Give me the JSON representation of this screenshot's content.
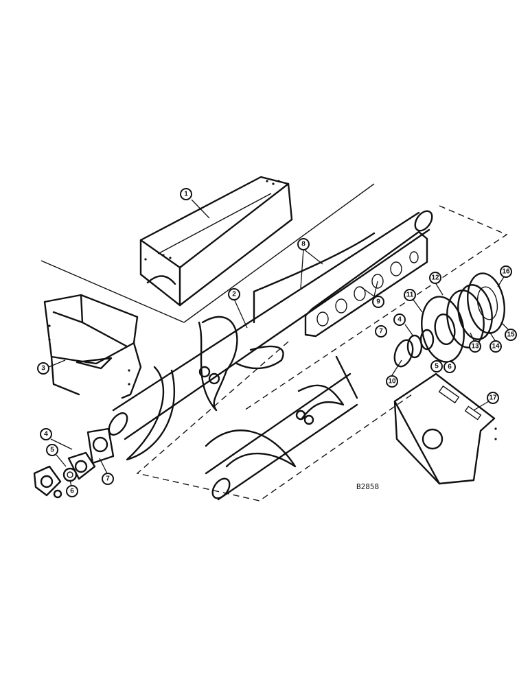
{
  "drawing_number": "B2858",
  "callouts": [
    {
      "id": "c1",
      "label": "1"
    },
    {
      "id": "c2",
      "label": "2"
    },
    {
      "id": "c3",
      "label": "3"
    },
    {
      "id": "c4a",
      "label": "4"
    },
    {
      "id": "c4b",
      "label": "4"
    },
    {
      "id": "c5a",
      "label": "5"
    },
    {
      "id": "c5b",
      "label": "5"
    },
    {
      "id": "c6a",
      "label": "6"
    },
    {
      "id": "c6b",
      "label": "6"
    },
    {
      "id": "c7a",
      "label": "7"
    },
    {
      "id": "c7b",
      "label": "7"
    },
    {
      "id": "c8",
      "label": "8"
    },
    {
      "id": "c9",
      "label": "9"
    },
    {
      "id": "c10",
      "label": "10"
    },
    {
      "id": "c11",
      "label": "11"
    },
    {
      "id": "c12",
      "label": "12"
    },
    {
      "id": "c13",
      "label": "13"
    },
    {
      "id": "c14",
      "label": "14"
    },
    {
      "id": "c15",
      "label": "15"
    },
    {
      "id": "c16",
      "label": "16"
    },
    {
      "id": "c17",
      "label": "17"
    }
  ]
}
